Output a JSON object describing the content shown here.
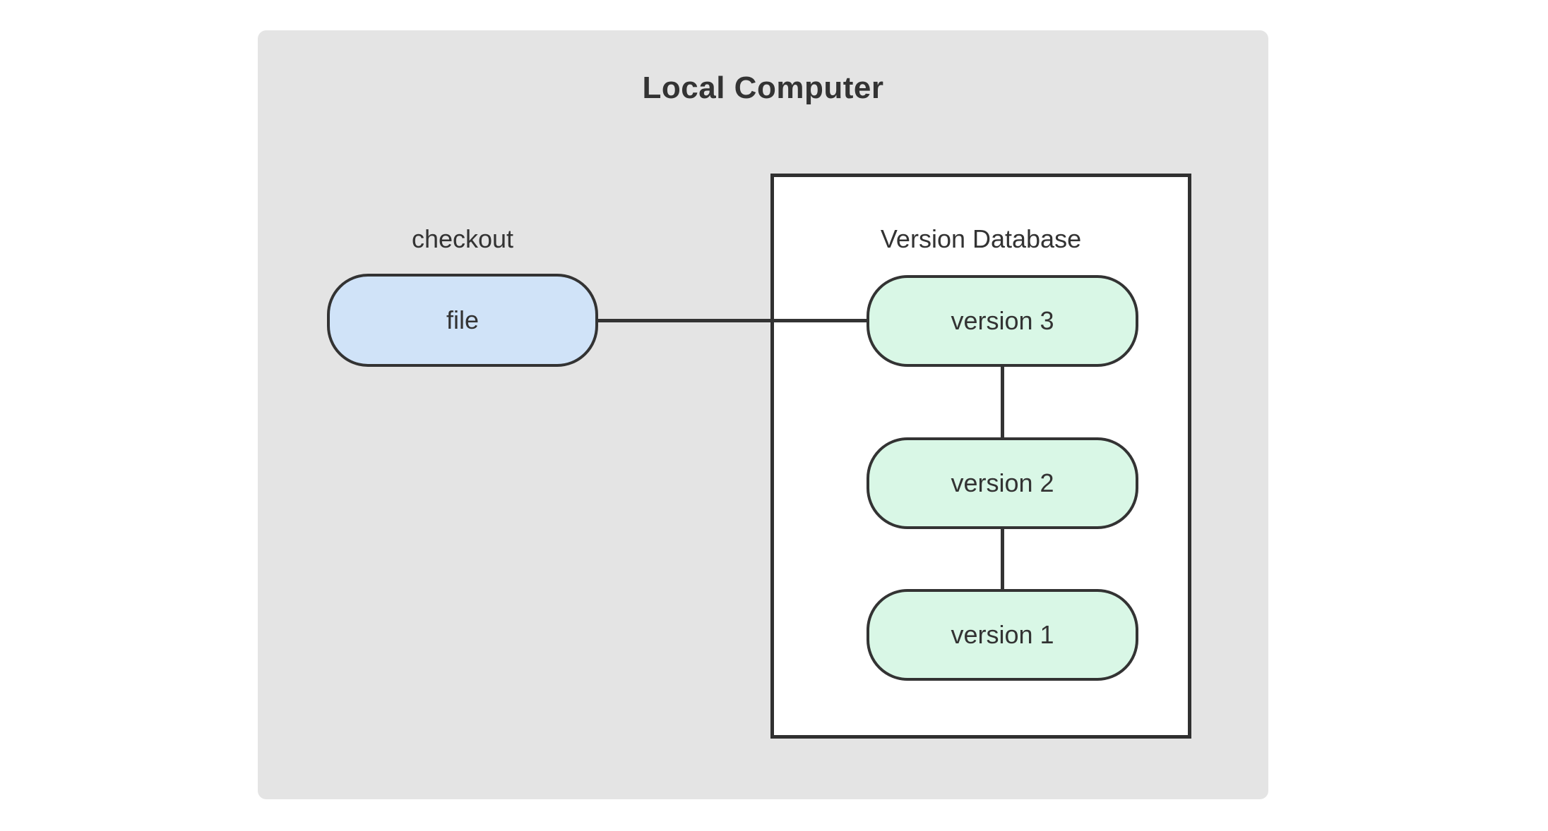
{
  "diagram": {
    "title": "Local Computer",
    "checkout_label": "checkout",
    "file_node": {
      "label": "file"
    },
    "version_database": {
      "title": "Version Database",
      "nodes": [
        {
          "label": "version 3"
        },
        {
          "label": "version 2"
        },
        {
          "label": "version 1"
        }
      ]
    },
    "colors": {
      "container_background": "#e4e4e4",
      "file_node_fill": "#d0e3f8",
      "version_node_fill": "#d9f7e6",
      "stroke": "#333333",
      "text": "#333333",
      "database_box_fill": "#ffffff"
    }
  }
}
